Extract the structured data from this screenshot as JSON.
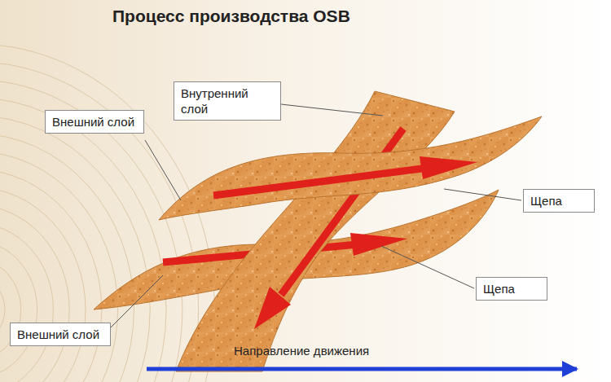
{
  "diagram": {
    "title": "Процесс производства OSB",
    "nodes": [
      {
        "text": [
          "Внутренний слой"
        ]
      },
      {
        "text": [
          "Внешний слой"
        ]
      },
      {
        "text": [
          "Щепа"
        ]
      },
      {
        "text": [
          "Щепа"
        ]
      },
      {
        "text": [
          "Внешний слой"
        ]
      }
    ],
    "labels": [
      "Направление движения"
    ]
  }
}
